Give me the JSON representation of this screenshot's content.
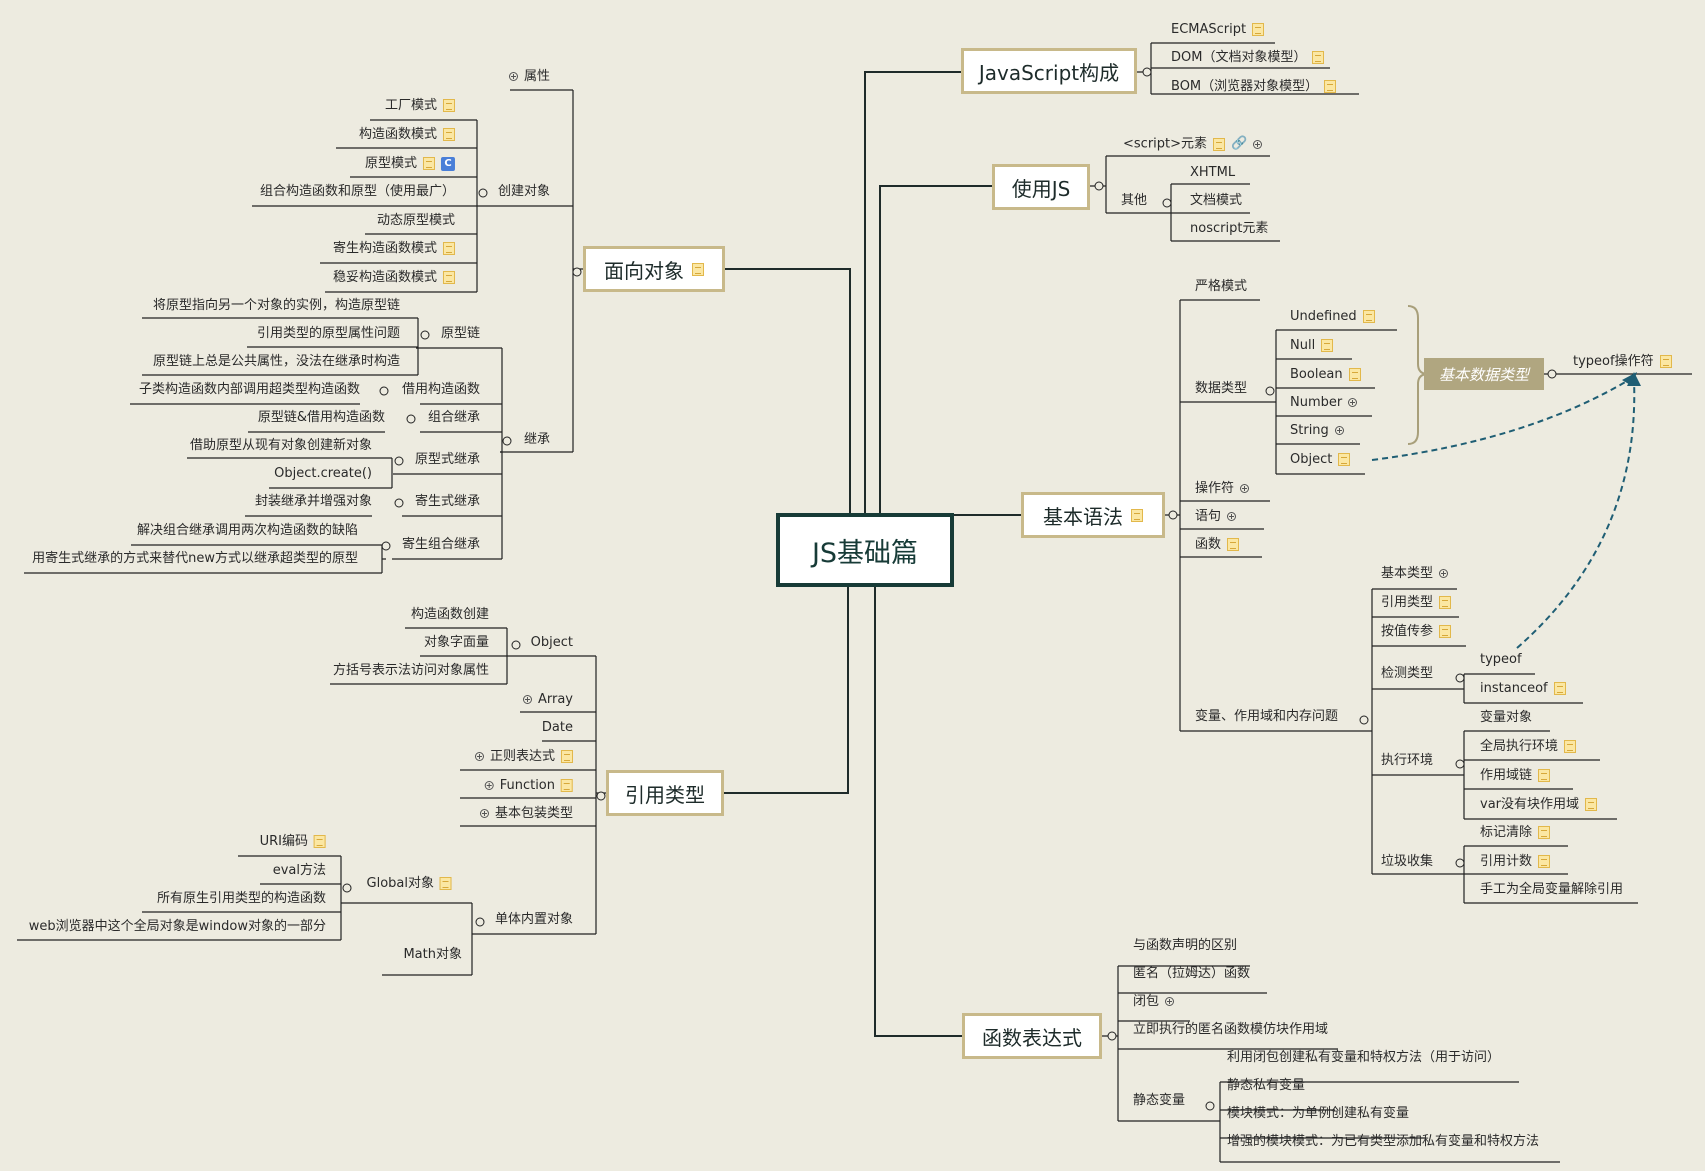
{
  "colors": {
    "background": "#edebe0",
    "root_border": "#173b37",
    "main_border": "#c8b98a",
    "line": "#222222",
    "dashed": "#1f5e74",
    "highlight": "#b0a680"
  },
  "root": {
    "label": "JS基础篇"
  },
  "branches": {
    "js_composition": {
      "label": "JavaScript构成",
      "items": [
        "ECMAScript",
        "DOM（文档对象模型）",
        "BOM（浏览器对象模型）"
      ]
    },
    "use_js": {
      "label": "使用JS",
      "script_label": "<script>元素",
      "other_label": "其他",
      "others": [
        "XHTML",
        "文档模式",
        "noscript元素"
      ]
    },
    "basic_syntax": {
      "label": "基本语法",
      "strict_mode": "严格模式",
      "data_types_label": "数据类型",
      "data_types": [
        "Undefined",
        "Null",
        "Boolean",
        "Number",
        "String",
        "Object"
      ],
      "basic_data_types": "基本数据类型",
      "typeof_operator": "typeof操作符",
      "operators": "操作符",
      "statements": "语句",
      "functions": "函数",
      "variables": {
        "label": "变量、作用域和内存问题",
        "primitive": "基本类型",
        "reference": "引用类型",
        "pass_by_value": "按值传参",
        "detect_label": "检测类型",
        "detect_items": [
          "typeof",
          "instanceof"
        ],
        "exec_label": "执行环境",
        "exec_items": [
          "变量对象",
          "全局执行环境",
          "作用域链",
          "var没有块作用域"
        ],
        "gc_label": "垃圾收集",
        "gc_items": [
          "标记清除",
          "引用计数",
          "手工为全局变量解除引用"
        ]
      }
    },
    "function_expr": {
      "label": "函数表达式",
      "items": [
        "与函数声明的区别",
        "匿名（拉姆达）函数",
        "闭包",
        "立即执行的匿名函数模仿块作用域"
      ],
      "static_label": "静态变量",
      "static_items": [
        "利用闭包创建私有变量和特权方法（用于访问）",
        "静态私有变量",
        "模块模式：为单例创建私有变量",
        "增强的模块模式：为已有类型添加私有变量和特权方法"
      ]
    },
    "oop": {
      "label": "面向对象",
      "properties": "属性",
      "create_label": "创建对象",
      "create_items": [
        "工厂模式",
        "构造函数模式",
        "原型模式",
        "组合构造函数和原型（使用最广）",
        "动态原型模式",
        "寄生构造函数模式",
        "稳妥构造函数模式"
      ],
      "inherit_label": "继承",
      "proto_chain_label": "原型链",
      "proto_chain_items": [
        "将原型指向另一个对象的实例，构造原型链",
        "引用类型的原型属性问题",
        "原型链上总是公共属性，没法在继承时构造"
      ],
      "borrow_label": "借用构造函数",
      "borrow_item": "子类构造函数内部调用超类型构造函数",
      "combo_label": "组合继承",
      "combo_item": "原型链&借用构造函数",
      "proto_inherit_label": "原型式继承",
      "proto_inherit_items": [
        "借助原型从现有对象创建新对象",
        "Object.create()"
      ],
      "parasitic_label": "寄生式继承",
      "parasitic_item": "封装继承并增强对象",
      "parasitic_combo_label": "寄生组合继承",
      "parasitic_combo_items": [
        "解决组合继承调用两次构造函数的缺陷",
        "用寄生式继承的方式来替代new方式以继承超类型的原型"
      ]
    },
    "ref_types": {
      "label": "引用类型",
      "object_label": "Object",
      "object_items": [
        "构造函数创建",
        "对象字面量",
        "方括号表示法访问对象属性"
      ],
      "array": "Array",
      "date": "Date",
      "regexp": "正则表达式",
      "function": "Function",
      "wrappers": "基本包装类型",
      "builtin_label": "单体内置对象",
      "global_label": "Global对象",
      "global_items": [
        "URI编码",
        "eval方法",
        "所有原生引用类型的构造函数",
        "web浏览器中这个全局对象是window对象的一部分"
      ],
      "math": "Math对象"
    }
  }
}
